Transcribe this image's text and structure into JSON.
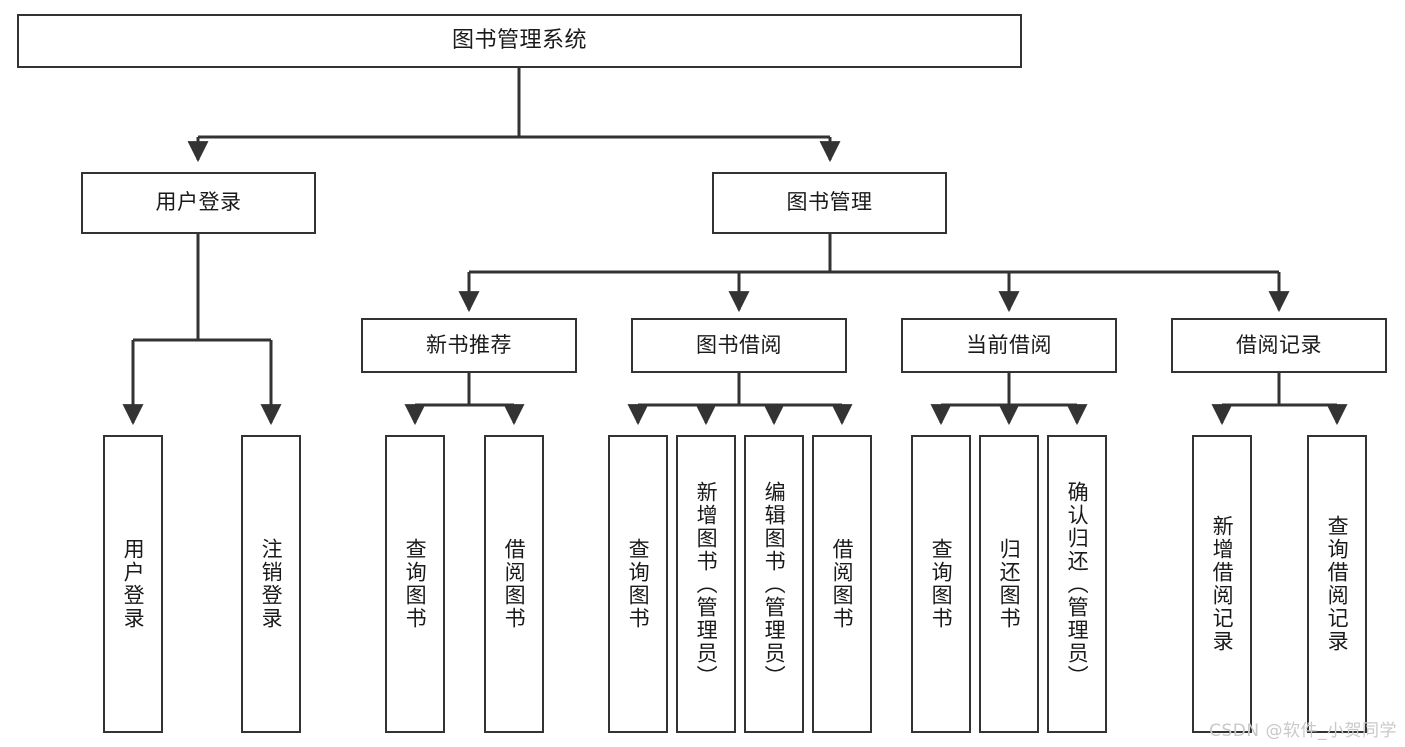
{
  "diagram": {
    "title": "图书管理系统",
    "type": "tree-hierarchy-diagram",
    "root": {
      "label": "图书管理系统"
    },
    "level2": [
      {
        "label": "用户登录"
      },
      {
        "label": "图书管理"
      }
    ],
    "level3": [
      {
        "label": "新书推荐"
      },
      {
        "label": "图书借阅"
      },
      {
        "label": "当前借阅"
      },
      {
        "label": "借阅记录"
      }
    ],
    "leaves": {
      "user_login": [
        {
          "label": "用户登录"
        },
        {
          "label": "注销登录"
        }
      ],
      "new_book_recommend": [
        {
          "label": "查询图书"
        },
        {
          "label": "借阅图书"
        }
      ],
      "book_borrow": [
        {
          "label": "查询图书"
        },
        {
          "label": "新增图书（管理员）"
        },
        {
          "label": "编辑图书（管理员）"
        },
        {
          "label": "借阅图书"
        }
      ],
      "current_borrow": [
        {
          "label": "查询图书"
        },
        {
          "label": "归还图书"
        },
        {
          "label": "确认归还（管理员）"
        }
      ],
      "borrow_record": [
        {
          "label": "新增借阅记录"
        },
        {
          "label": "查询借阅记录"
        }
      ]
    }
  },
  "watermark": {
    "text": "CSDN @软件_小贺同学"
  },
  "colors": {
    "stroke": "#333333",
    "box_border": "#333333",
    "background": "#ffffff",
    "text": "#1a1a1a",
    "watermark": "#c9c9c9"
  }
}
